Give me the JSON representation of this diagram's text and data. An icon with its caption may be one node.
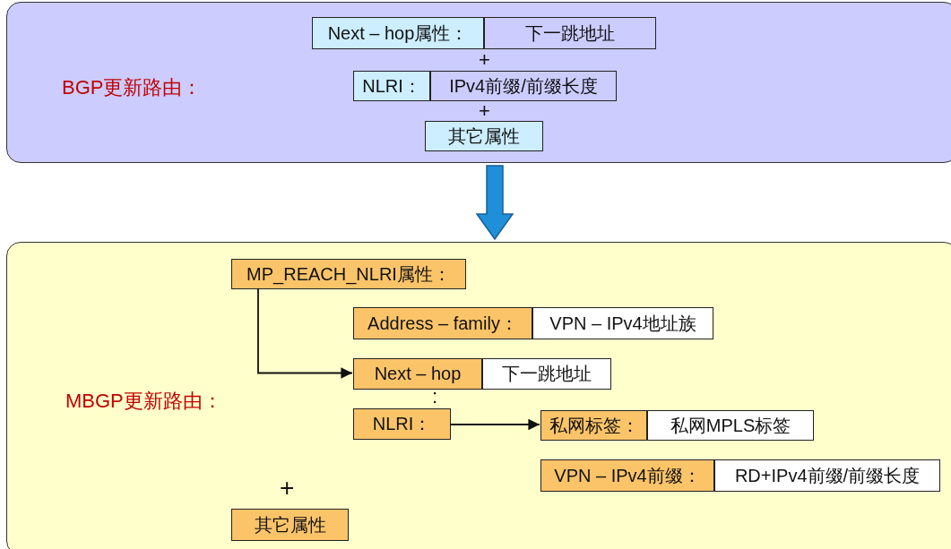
{
  "diagram": {
    "nodes": [
      {
        "text": [
          "BGP更新路由："
        ]
      },
      {
        "text": [
          "Next – hop属性："
        ],
        "in": 0
      },
      {
        "text": [
          "下一跳地址"
        ],
        "in": 0
      },
      {
        "text": [
          "NLRI："
        ],
        "in": 0
      },
      {
        "text": [
          "IPv4前缀/前缀长度"
        ],
        "in": 0
      },
      {
        "text": [
          "其它属性"
        ],
        "in": 0
      },
      {
        "text": [
          "MBGP更新路由："
        ]
      },
      {
        "text": [
          "MP_REACH_NLRI属性："
        ],
        "in": 6
      },
      {
        "text": [
          "Address – family："
        ],
        "in": 6
      },
      {
        "text": [
          "VPN – IPv4地址族"
        ],
        "in": 6
      },
      {
        "text": [
          "Next – hop"
        ],
        "in": 6
      },
      {
        "text": [
          "下一跳地址"
        ],
        "in": 6
      },
      {
        "text": [
          "NLRI："
        ],
        "in": 6
      },
      {
        "text": [
          "私网标签："
        ],
        "in": 6
      },
      {
        "text": [
          "私网MPLS标签"
        ],
        "in": 6
      },
      {
        "text": [
          "VPN – IPv4前缀："
        ],
        "in": 6
      },
      {
        "text": [
          "RD+IPv4前缀/前缀长度"
        ],
        "in": 6
      },
      {
        "text": [
          "其它属性"
        ],
        "in": 6
      }
    ],
    "edges": [
      {
        "from": 0,
        "to": 6,
        "arrow": "to",
        "style": "thick",
        "color": "#1e8fd8"
      },
      {
        "from": 7,
        "to": 10,
        "arrow": "to"
      },
      {
        "from": 12,
        "to": 13,
        "arrow": "to"
      }
    ],
    "labels": [
      "+",
      "+",
      ":",
      "+"
    ]
  }
}
